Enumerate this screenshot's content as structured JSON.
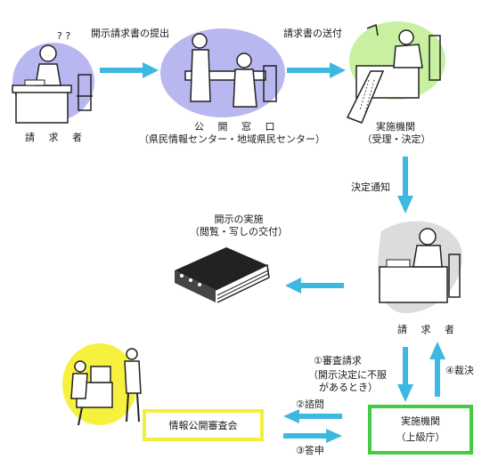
{
  "colors": {
    "arrow": "#3db8e0",
    "blob_blue": "#b9b7f0",
    "blob_green": "#c8f0a0",
    "blob_yellow": "#f6f13e",
    "box_yellow_border": "#f2ef3c",
    "box_green_border": "#44cc44"
  },
  "nodes": {
    "requester_top": "請 求 者",
    "public_window_title": "公 開 窓 口",
    "public_window_sub": "（県民情報センター・地域県民センター）",
    "agency_top_title": "実施機関",
    "agency_top_sub": "（受理・決定）",
    "disclosure_title": "開示の実施",
    "disclosure_sub": "（閲覧・写しの交付）",
    "requester_mid": "請 求 者",
    "council": "情報公開審査会",
    "agency_bottom_title": "実施機関",
    "agency_bottom_sub": "（上級庁）"
  },
  "edges": {
    "submit": "開示請求書の提出",
    "send": "請求書の送付",
    "notify": "決定通知",
    "review_request_1": "①審査請求",
    "review_request_2": "（開示決定に不服",
    "review_request_3": "があるとき）",
    "ruling": "④裁決",
    "consult": "②諮問",
    "report": "③答申"
  }
}
